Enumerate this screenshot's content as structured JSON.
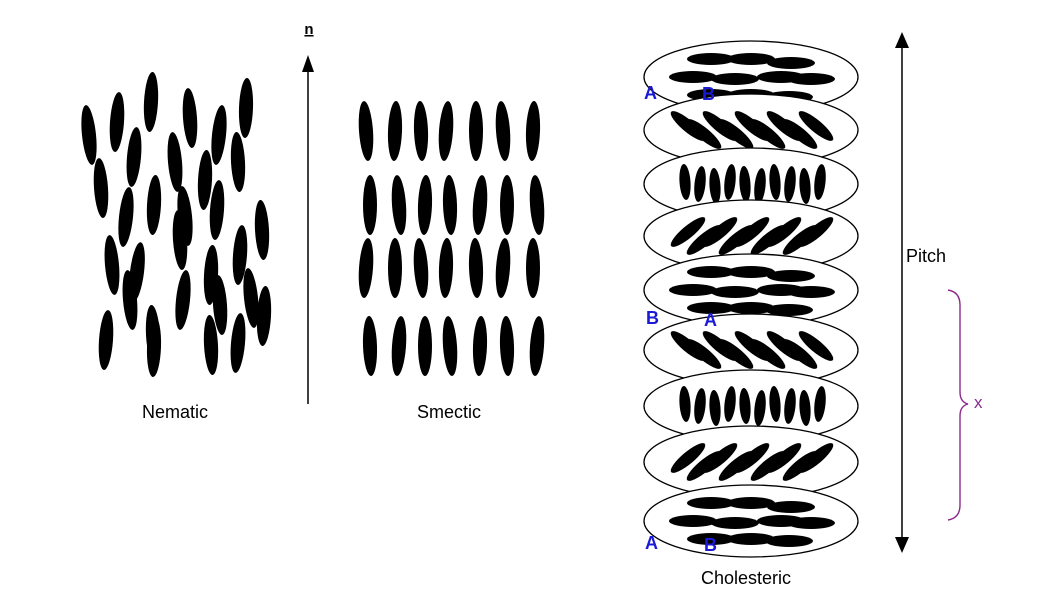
{
  "labels": {
    "director": "n",
    "nematic": "Nematic",
    "smectic": "Smectic",
    "cholesteric": "Cholesteric",
    "pitch": "Pitch",
    "x": "x"
  },
  "layer_markers": [
    {
      "first": "A",
      "second": "B"
    },
    {
      "first": "B",
      "second": "A"
    },
    {
      "first": "A",
      "second": "B"
    }
  ],
  "colors": {
    "molecule": "#000000",
    "marker": "#1a1ad6",
    "brace": "#8b2a8b"
  }
}
